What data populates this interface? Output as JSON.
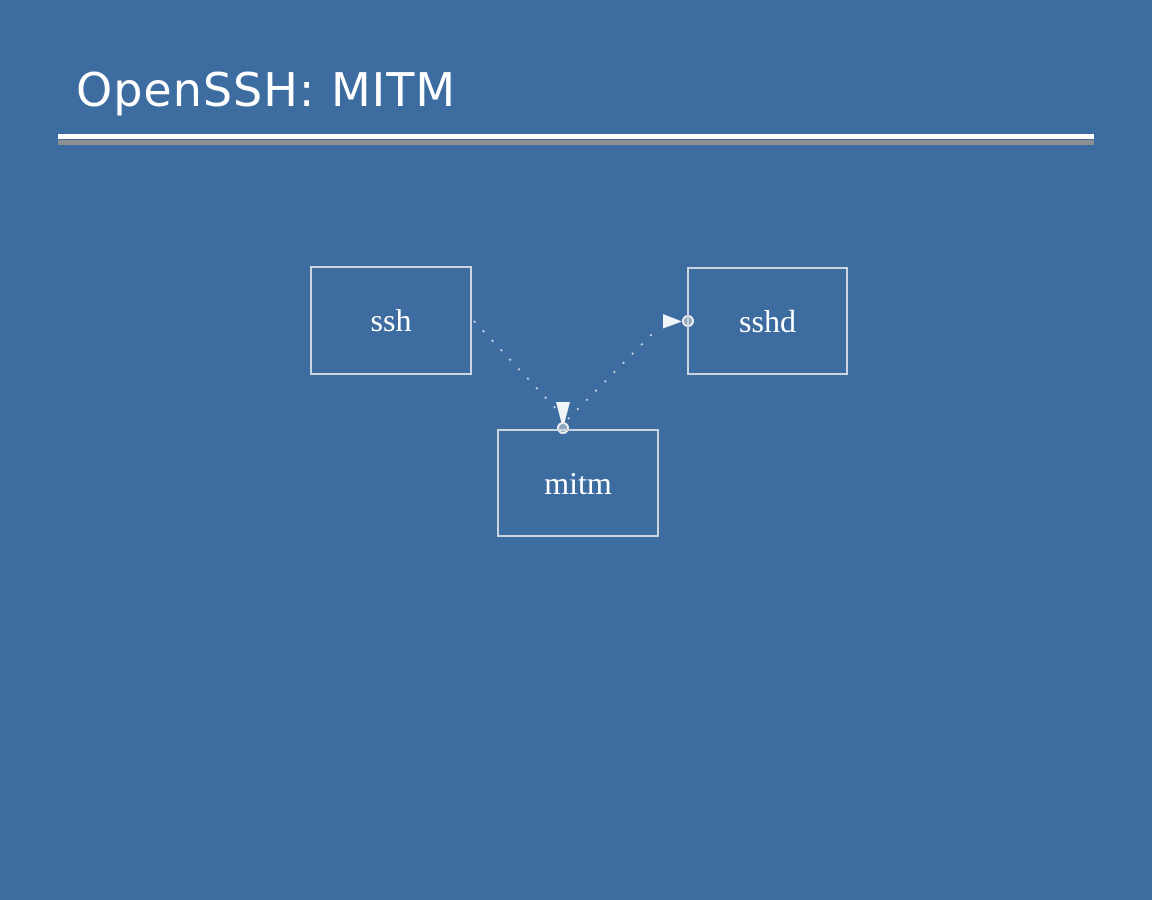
{
  "slide": {
    "title": "OpenSSH: MITM"
  },
  "colors": {
    "slide-bg": "#3D6CA1",
    "title-text": "#FFFFFF",
    "rule-highlight": "#FFFFFF",
    "rule-shadow": "#8F8F8F",
    "node-border": "#CBD5DF",
    "node-label": "#FFFFFF",
    "edge-dot": "#E9EFF6",
    "arrow-fill": "#F2F5F8",
    "connector-fill": "#8FA6BF",
    "connector-ring": "#EDEFF1"
  },
  "diagram": {
    "nodes": [
      {
        "id": "ssh",
        "label": "ssh"
      },
      {
        "id": "sshd",
        "label": "sshd"
      },
      {
        "id": "mitm",
        "label": "mitm"
      }
    ],
    "edges": [
      {
        "from": "ssh",
        "to": "mitm",
        "style": "dotted",
        "arrowhead": "filled-triangle",
        "terminal": "circle"
      },
      {
        "from": "mitm",
        "to": "sshd",
        "style": "dotted",
        "arrowhead": "filled-triangle",
        "terminal": "circle"
      }
    ]
  }
}
